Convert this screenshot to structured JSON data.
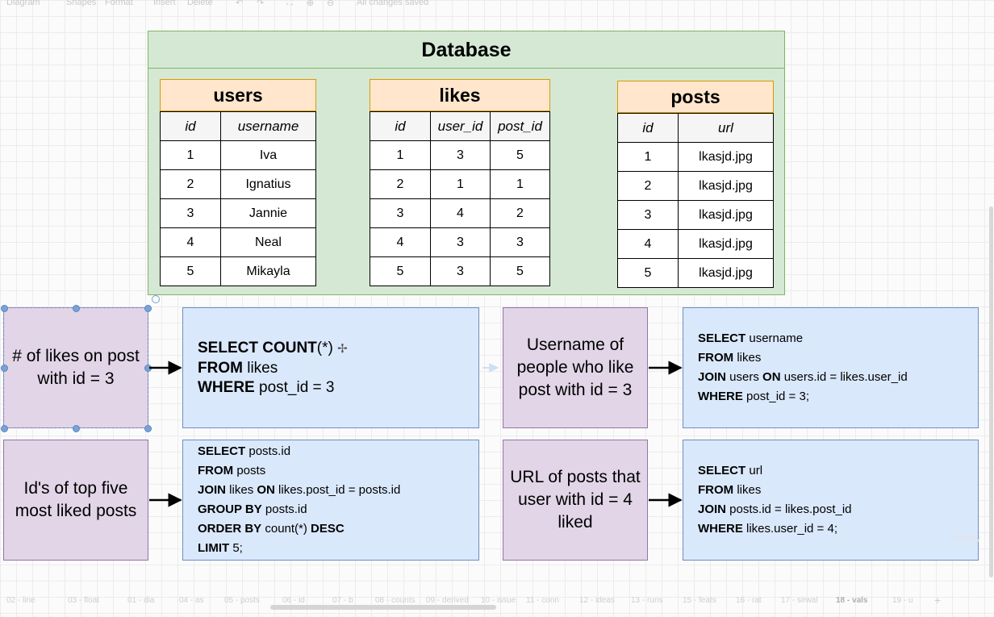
{
  "toolbar": {
    "items": [
      "Diagram",
      "Shapes",
      "Format",
      "Insert",
      "Delete",
      "All changes saved"
    ]
  },
  "database": {
    "title": "Database",
    "users": {
      "name": "users",
      "columns": [
        "id",
        "username"
      ],
      "rows": [
        [
          "1",
          "Iva"
        ],
        [
          "2",
          "Ignatius"
        ],
        [
          "3",
          "Jannie"
        ],
        [
          "4",
          "Neal"
        ],
        [
          "5",
          "Mikayla"
        ]
      ]
    },
    "likes": {
      "name": "likes",
      "columns": [
        "id",
        "user_id",
        "post_id"
      ],
      "rows": [
        [
          "1",
          "3",
          "5"
        ],
        [
          "2",
          "1",
          "1"
        ],
        [
          "3",
          "4",
          "2"
        ],
        [
          "4",
          "3",
          "3"
        ],
        [
          "5",
          "3",
          "5"
        ]
      ]
    },
    "posts": {
      "name": "posts",
      "columns": [
        "id",
        "url"
      ],
      "rows": [
        [
          "1",
          "lkasjd.jpg"
        ],
        [
          "2",
          "lkasjd.jpg"
        ],
        [
          "3",
          "lkasjd.jpg"
        ],
        [
          "4",
          "lkasjd.jpg"
        ],
        [
          "5",
          "lkasjd.jpg"
        ]
      ]
    }
  },
  "questions": {
    "q1": "# of likes on post with id = 3",
    "q2": "Username of people who like post with id = 3",
    "q3": "Id's of top five most liked posts",
    "q4": "URL of posts that user with id = 4 liked"
  },
  "queries": {
    "q1": [
      {
        "kw": "SELECT COUNT",
        "rest": "(*)"
      },
      {
        "kw": "FROM",
        "rest": " likes"
      },
      {
        "kw": "WHERE",
        "rest": " post_id = 3"
      }
    ],
    "q2": [
      {
        "kw": "SELECT",
        "rest": " username"
      },
      {
        "kw": "FROM",
        "rest": " likes"
      },
      {
        "kw": "JOIN",
        "rest": " users ",
        "kw2": "ON",
        "rest2": " users.id = likes.user_id"
      },
      {
        "kw": "WHERE",
        "rest": " post_id = 3;"
      }
    ],
    "q3": [
      {
        "kw": "SELECT",
        "rest": " posts.id"
      },
      {
        "kw": "FROM",
        "rest": " posts"
      },
      {
        "kw": "JOIN",
        "rest": " likes ",
        "kw2": "ON",
        "rest2": " likes.post_id = posts.id"
      },
      {
        "kw": "GROUP BY",
        "rest": " posts.id"
      },
      {
        "kw": "ORDER BY",
        "rest": " count(*) ",
        "kw2": "DESC",
        "rest2": ""
      },
      {
        "kw": "LIMIT",
        "rest": " 5;"
      }
    ],
    "q4": [
      {
        "kw": "SELECT",
        "rest": " url"
      },
      {
        "kw": "FROM",
        "rest": " likes"
      },
      {
        "kw": "JOIN",
        "rest": " posts.id = likes.post_id"
      },
      {
        "kw": "WHERE",
        "rest": " likes.user_id = 4;"
      }
    ]
  },
  "page_tabs": [
    "02 - line",
    "03 - float",
    "01 - dia",
    "04 - as",
    "05 - posts",
    "06 - id",
    "07 - b",
    "08 - counts",
    "09 - derived",
    "10 - issue",
    "11 - conn",
    "12 - ideas",
    "13 - runs",
    "15 - feats",
    "16 - rat",
    "17 - sirwal",
    "18 - vals",
    "19 - u"
  ],
  "watermark": "Udemy"
}
